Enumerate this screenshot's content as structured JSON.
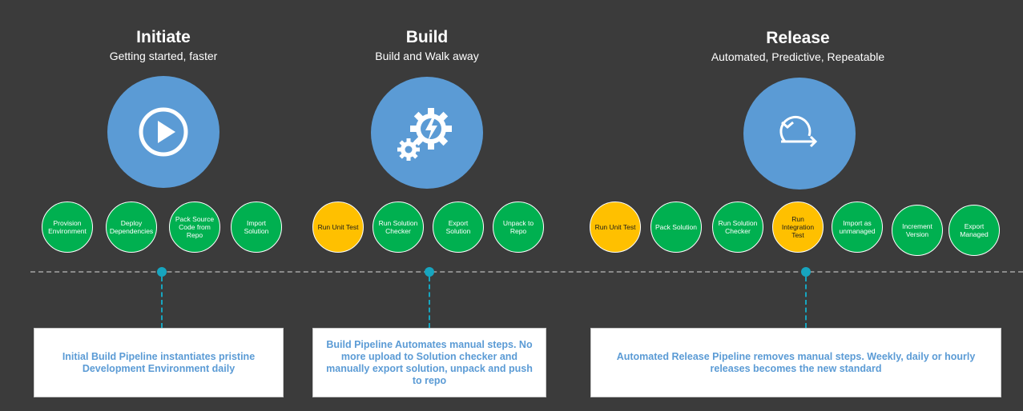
{
  "phases": {
    "initiate": {
      "title": "Initiate",
      "subtitle": "Getting started, faster",
      "icon": "play-icon",
      "steps": [
        "Provision Environment",
        "Deploy Dependencies",
        "Pack Source Code from Repo",
        "Import Solution"
      ],
      "note": "Initial Build Pipeline instantiates pristine Development Environment daily"
    },
    "build": {
      "title": "Build",
      "subtitle": "Build and Walk away",
      "icon": "gears-lightning-icon",
      "steps": [
        "Run Unit Test",
        "Run Solution Checker",
        "Export Solution",
        "Unpack to Repo"
      ],
      "note": "Build Pipeline Automates manual steps. No more upload to Solution checker and manually export solution, unpack and push to repo"
    },
    "release": {
      "title": "Release",
      "subtitle": "Automated, Predictive, Repeatable",
      "icon": "cycle-arrow-icon",
      "steps": [
        "Run Unit Test",
        "Pack Solution",
        "Run Solution Checker",
        "Run Integration Test",
        "Import as unmanaged",
        "Increment Version",
        "Export Managed"
      ],
      "note": "Automated Release Pipeline removes manual steps. Weekly, daily or hourly releases becomes the new standard"
    }
  },
  "colors": {
    "background": "#3b3b3b",
    "phase_circle": "#5b9bd5",
    "step_green": "#00b050",
    "step_yellow": "#ffc000",
    "marker": "#17a5bf",
    "note_text": "#5b9bd5"
  }
}
